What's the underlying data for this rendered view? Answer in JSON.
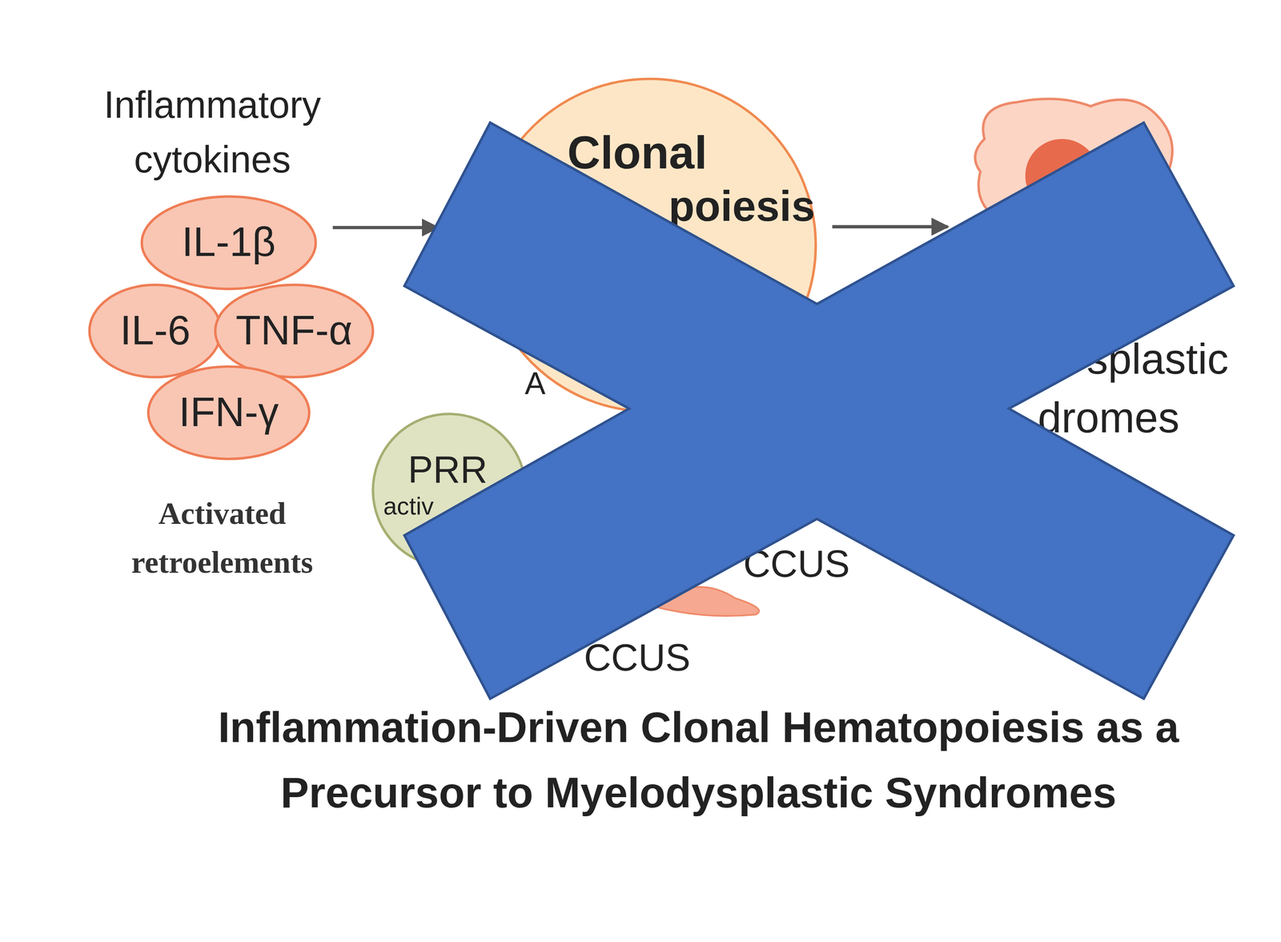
{
  "diagram": {
    "title": "Inflammation-Driven Clonal Hematopoiesis as a Precursor to Myelodysplastic Syndromes",
    "nodes": [
      {
        "text": [
          "IL-1β"
        ]
      },
      {
        "text": [
          "IL-6"
        ]
      },
      {
        "text": [
          "TNF-α"
        ]
      },
      {
        "text": [
          "IFN-γ"
        ]
      },
      {
        "text": [
          "Clonal",
          "poiesis"
        ]
      },
      {
        "text": [
          "splastic",
          "dromes"
        ]
      },
      {
        "text": [
          "PRR",
          "activ"
        ]
      }
    ],
    "edges": [
      {
        "from": 0,
        "to": 4,
        "arrow": "to"
      },
      {
        "from": 4,
        "to": 5,
        "arrow": "to"
      }
    ],
    "labels": [
      "Inflammatory cytokines",
      "Activated retroelements",
      "A",
      "CCUS",
      "CCUS"
    ]
  }
}
